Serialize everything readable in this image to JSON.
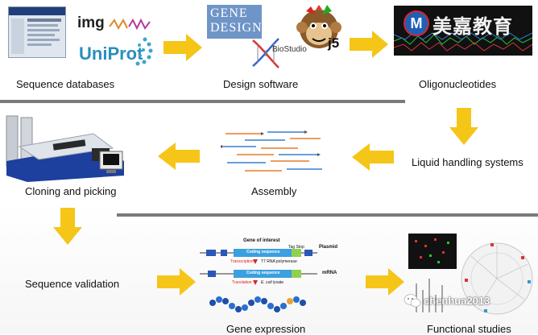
{
  "stages": {
    "sequence_databases": "Sequence databases",
    "design_software": "Design software",
    "oligonucleotides": "Oligonucleotides",
    "liquid_handling": "Liquid handling systems",
    "assembly": "Assembly",
    "cloning_picking": "Cloning and picking",
    "sequence_validation": "Sequence validation",
    "gene_expression": "Gene expression",
    "functional_studies": "Functional studies"
  },
  "logos": {
    "img": "img",
    "uniprot": "UniProt",
    "gene_design_1": "GENE",
    "gene_design_2": "DESIGN",
    "biostudio": "BioStudio",
    "j5": "j5",
    "meijia_badge": "M",
    "meijia_text": "美嘉教育"
  },
  "expression_diagram": {
    "gene_of_interest": "Gene of interest",
    "plasmid": "Plasmid",
    "coding_sequence": "Coding sequence",
    "tag_stop": "Tag Stop",
    "transcription": "Transcription",
    "t7_rna_polymerase": "T7 RNA polymerase",
    "mrna": "mRNA",
    "translation": "Translation",
    "ecoli_lysate": "E. coli lysate"
  },
  "watermark": "chenhua2013",
  "colors": {
    "arrow": "#f5c518",
    "divider": "#7a7a7a",
    "uniprot": "#2a8fbd",
    "meijia_red": "#d7262e",
    "meijia_blue": "#1f5fb6"
  }
}
